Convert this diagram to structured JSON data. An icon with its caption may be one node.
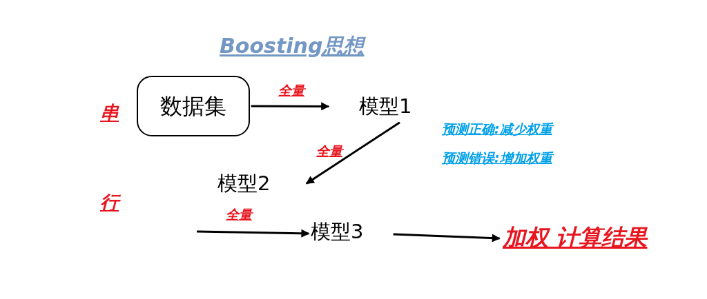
{
  "diagram": {
    "title": "Boosting思想",
    "nodes": [
      {
        "text": [
          "数据集"
        ]
      },
      {
        "text": [
          "模型1"
        ]
      },
      {
        "text": [
          "模型2"
        ]
      },
      {
        "text": [
          "模型3"
        ]
      },
      {
        "text": [
          "加权 计算结果"
        ]
      }
    ],
    "edges": [
      {
        "from": 0,
        "to": 1,
        "arrow": "to",
        "label": "全量"
      },
      {
        "from": 1,
        "to": 2,
        "arrow": "to",
        "label": "全量"
      },
      {
        "from": null,
        "to": 3,
        "arrow": "to",
        "label": "全量"
      },
      {
        "from": 3,
        "to": 4,
        "arrow": "to"
      }
    ],
    "labels": [
      "串",
      "行",
      "预测正确:减少权重",
      "预测错误:增加权重"
    ]
  }
}
